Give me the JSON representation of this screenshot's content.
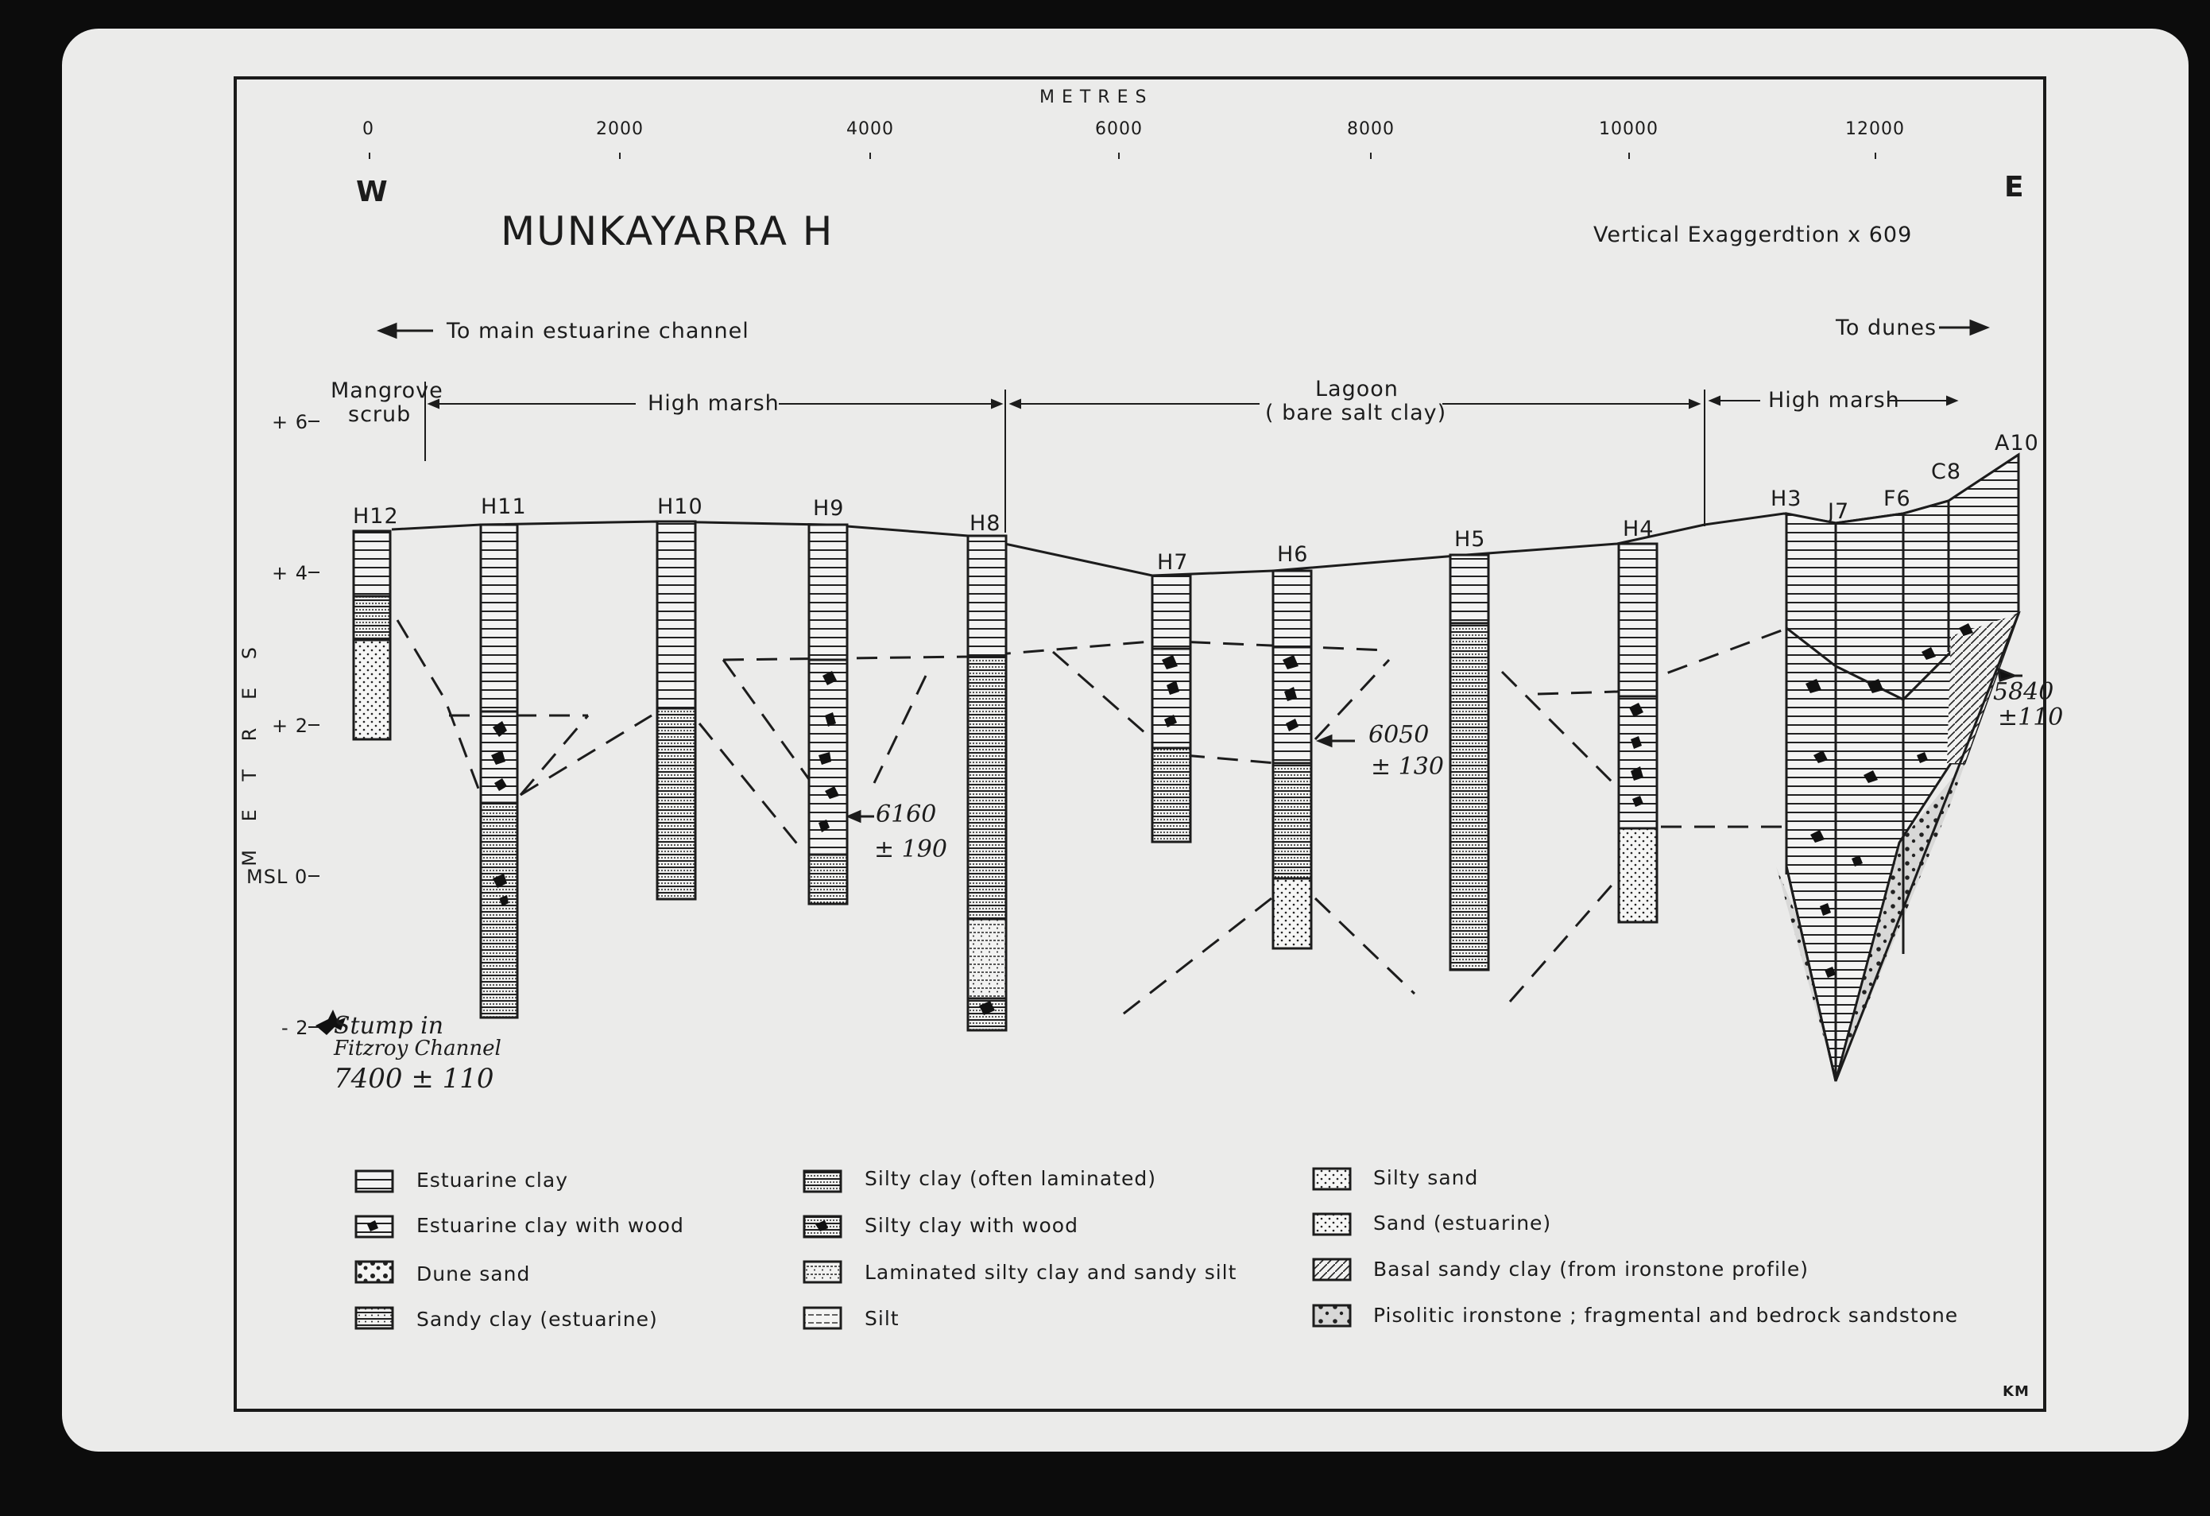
{
  "header": {
    "metres_label": "M E T R E S",
    "x_ticks": [
      "0",
      "2000",
      "4000",
      "6000",
      "8000",
      "10000",
      "12000"
    ],
    "west": "W",
    "east": "E",
    "title": "MUNKAYARRA  H",
    "exaggeration": "Vertical Exaggerdtion  x 609"
  },
  "directions": {
    "left": "To main estuarine channel",
    "right": "To dunes"
  },
  "zones": {
    "mangrove_line1": "Mangrove",
    "mangrove_line2": "scrub",
    "high_marsh_1": "High marsh",
    "lagoon_line1": "Lagoon",
    "lagoon_line2": "( bare salt clay)",
    "high_marsh_2": "High marsh"
  },
  "y_axis": {
    "label": "M E T R E S",
    "ticks": [
      "+ 6",
      "+ 4",
      "+ 2",
      "MSL 0",
      "- 2"
    ]
  },
  "cores": [
    "H12",
    "H11",
    "H10",
    "H9",
    "H8",
    "H7",
    "H6",
    "H5",
    "H4",
    "H3",
    "J7",
    "F6",
    "C8",
    "A10"
  ],
  "dates": {
    "stump_line1": "Stump in",
    "stump_line2": "Fitzroy Channel",
    "stump_line3": "7400 ± 110",
    "h9_line1": "6160",
    "h9_line2": "± 190",
    "h6_line1": "6050",
    "h6_line2": "± 130",
    "a10_line1": "5840",
    "a10_line2": "±110"
  },
  "legend": [
    {
      "label": "Estuarine  clay",
      "pattern": "clay"
    },
    {
      "label": "Estuarine  clay  with  wood",
      "pattern": "clay-wood"
    },
    {
      "label": "Dune  sand",
      "pattern": "dune"
    },
    {
      "label": "Sandy  clay  (estuarine)",
      "pattern": "sandy-clay"
    },
    {
      "label": "Silty  clay  (often  laminated)",
      "pattern": "silty-clay"
    },
    {
      "label": "Silty  clay  with  wood",
      "pattern": "silty-wood"
    },
    {
      "label": "Laminated  silty  clay  and  sandy  silt",
      "pattern": "laminated"
    },
    {
      "label": "Silt",
      "pattern": "silt"
    },
    {
      "label": "Silty  sand",
      "pattern": "silty-sand"
    },
    {
      "label": "Sand  (estuarine)",
      "pattern": "sand"
    },
    {
      "label": "Basal  sandy  clay  (from  ironstone  profile)",
      "pattern": "basal"
    },
    {
      "label": "Pisolitic  ironstone ;  fragmental  and  bedrock  sandstone",
      "pattern": "piso"
    }
  ],
  "credit": "KM"
}
